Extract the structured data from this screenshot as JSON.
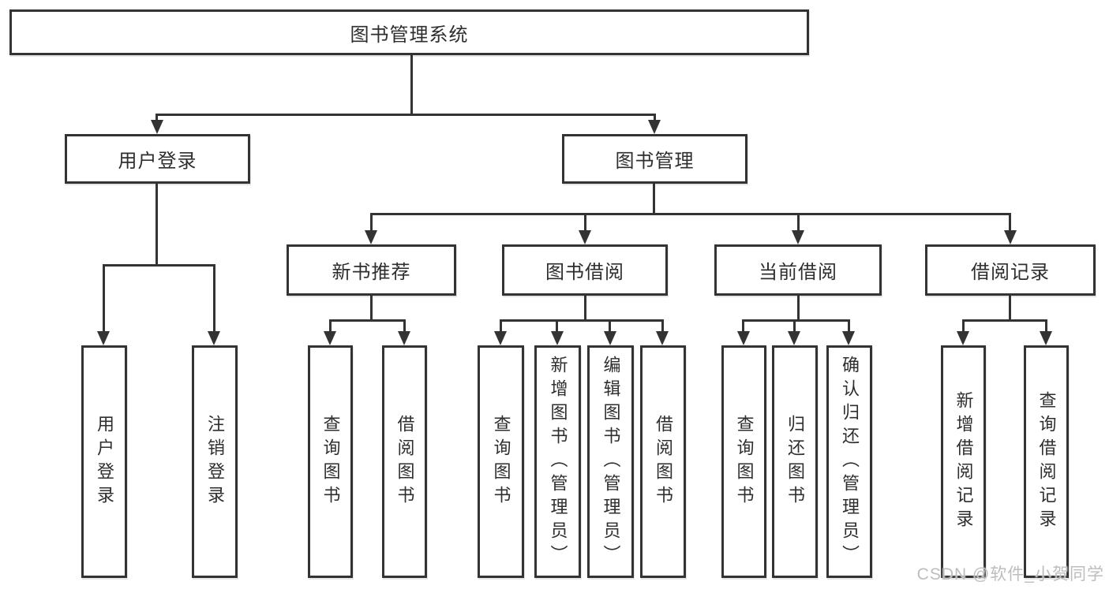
{
  "tree": {
    "root": {
      "label": "图书管理系统"
    },
    "login": {
      "label": "用户登录",
      "children": [
        {
          "label": "用户登录"
        },
        {
          "label": "注销登录"
        }
      ]
    },
    "mgmt": {
      "label": "图书管理",
      "sections": [
        {
          "label": "新书推荐",
          "children": [
            {
              "label": "查询图书"
            },
            {
              "label": "借阅图书"
            }
          ]
        },
        {
          "label": "图书借阅",
          "children": [
            {
              "label": "查询图书"
            },
            {
              "label": "新增图书（管理员）"
            },
            {
              "label": "编辑图书（管理员）"
            },
            {
              "label": "借阅图书"
            }
          ]
        },
        {
          "label": "当前借阅",
          "children": [
            {
              "label": "查询图书"
            },
            {
              "label": "归还图书"
            },
            {
              "label": "确认归还（管理员）"
            }
          ]
        },
        {
          "label": "借阅记录",
          "children": [
            {
              "label": "新增借阅记录"
            },
            {
              "label": "查询借阅记录"
            }
          ]
        }
      ]
    }
  },
  "watermark": {
    "text": "CSDN @软件_小贺同学"
  },
  "colors": {
    "line": "#333333",
    "background": "#ffffff",
    "watermark": "#bdbdbd"
  }
}
